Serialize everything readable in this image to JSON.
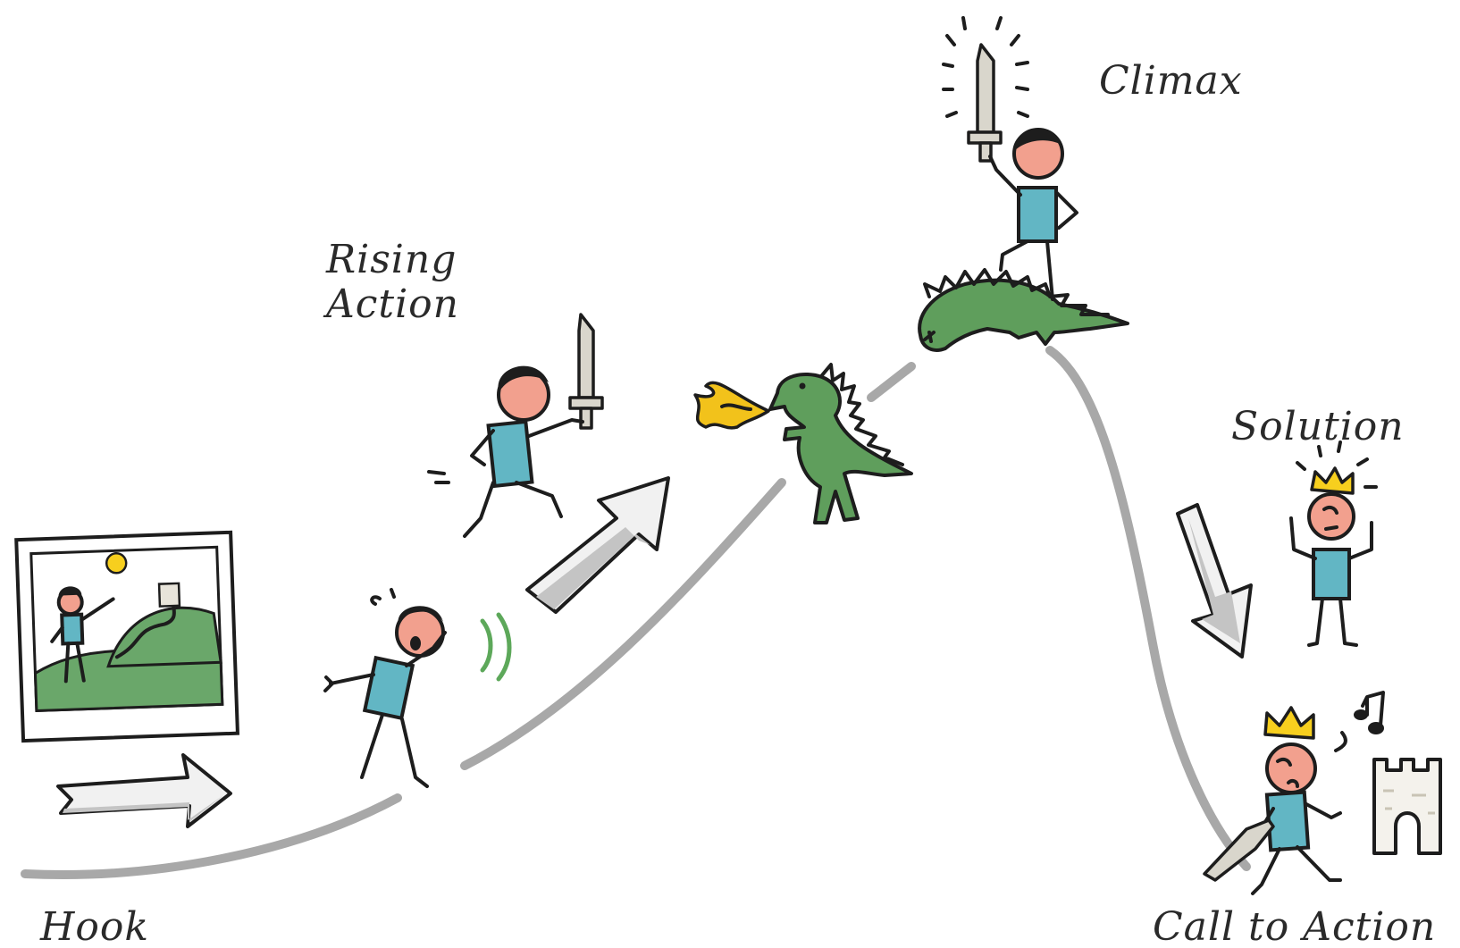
{
  "stages": {
    "hook": "Hook",
    "rising_action": [
      "Rising",
      "Action"
    ],
    "climax": "Climax",
    "solution": "Solution",
    "call_to_action": "Call to Action"
  },
  "colors": {
    "path": "#a8a8a8",
    "shirt": "#62b6c4",
    "dragon": "#5f9e5c",
    "crown": "#f7cf1e",
    "fire": "#f2c21b"
  }
}
